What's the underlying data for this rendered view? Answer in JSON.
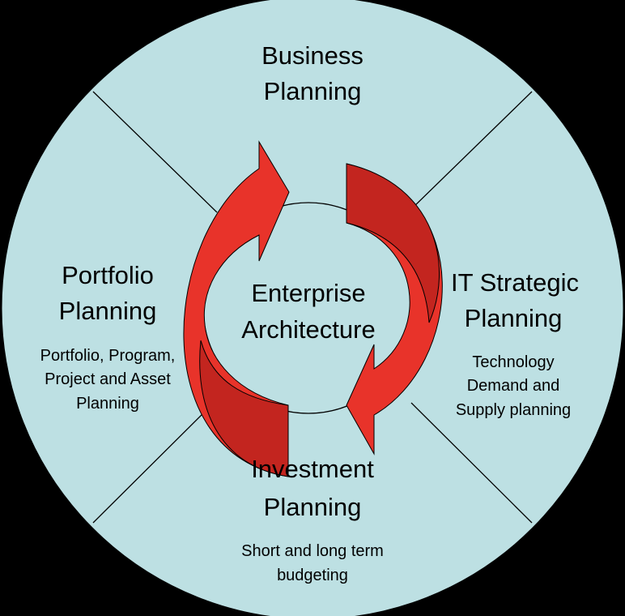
{
  "colors": {
    "background": "#000000",
    "disc": "#bde0e3",
    "arrow_primary": "#e8332a",
    "arrow_secondary": "#c3251f",
    "lines": "#000000"
  },
  "center": {
    "line1": "Enterprise",
    "line2": "Architecture"
  },
  "segments": {
    "business": {
      "title1": "Business",
      "title2": "Planning"
    },
    "it_strategic": {
      "title1": "IT Strategic",
      "title2": "Planning",
      "desc1": "Technology",
      "desc2": "Demand and",
      "desc3": "Supply planning"
    },
    "investment": {
      "title1": "Investment",
      "title2": "Planning",
      "desc1": "Short and long term",
      "desc2": "budgeting"
    },
    "portfolio": {
      "title1": "Portfolio",
      "title2": "Planning",
      "desc1": "Portfolio, Program,",
      "desc2": "Project and Asset",
      "desc3": "Planning"
    }
  }
}
